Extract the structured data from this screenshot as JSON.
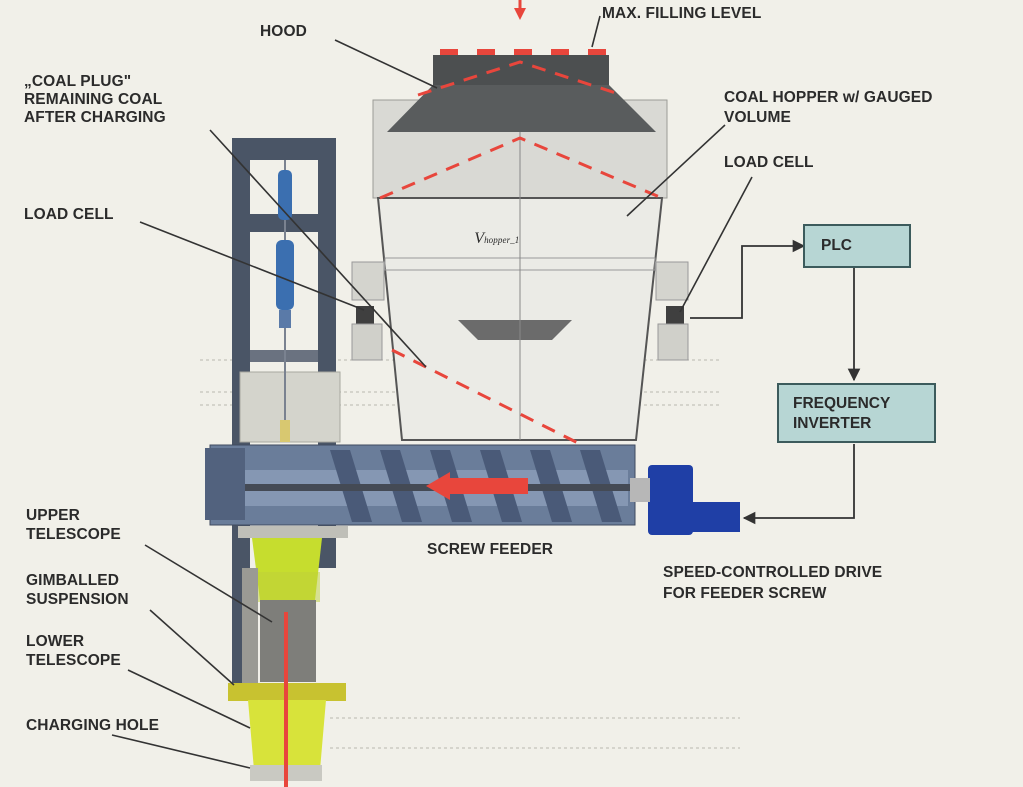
{
  "labels": {
    "max_filling_level": "MAX. FILLING LEVEL",
    "hood": "HOOD",
    "coal_plug": "„COAL PLUG\"\nREMAINING COAL\nAFTER CHARGING",
    "coal_hopper": "COAL HOPPER w/ GAUGED\nVOLUME",
    "load_cell_right": "LOAD CELL",
    "load_cell_left": "LOAD CELL",
    "hopper_volume": "V",
    "hopper_volume_sub": "hopper_1",
    "screw_feeder": "SCREW FEEDER",
    "speed_drive": "SPEED-CONTROLLED DRIVE\nFOR FEEDER SCREW",
    "upper_telescope": "UPPER\nTELESCOPE",
    "gimballed_suspension": "GIMBALLED\nSUSPENSION",
    "lower_telescope": "LOWER\nTELESCOPE",
    "charging_hole": "CHARGING HOLE"
  },
  "control": {
    "plc": "PLC",
    "inverter": "FREQUENCY\nINVERTER"
  },
  "colors": {
    "flow_arrow": "#e8463c",
    "box_fill": "#b7d6d4",
    "drive_motor": "#1f3fa6",
    "telescope": "#c6dd2e"
  }
}
